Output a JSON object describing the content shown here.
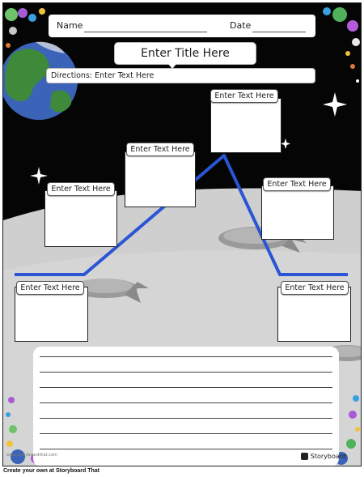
{
  "header": {
    "name_label": "Name",
    "date_label": "Date"
  },
  "title_placeholder": "Enter Title Here",
  "directions": "Directions: Enter Text Here",
  "plot_points": [
    {
      "label": "Enter Text Here"
    },
    {
      "label": "Enter Text Here"
    },
    {
      "label": "Enter Text Here"
    },
    {
      "label": "Enter Text Here"
    },
    {
      "label": "Enter Text Here"
    },
    {
      "label": "Enter Text Here"
    }
  ],
  "notes_line_count": 7,
  "footer": {
    "url": "www.storyboardthat.com",
    "logo": "Storyboard"
  },
  "caption": "Create your own at Storyboard That",
  "colors": {
    "plot_line": "#2a55d4",
    "space": "#050505",
    "moon_surface": "#cfcfcf",
    "earth_ocean": "#3b63b8",
    "earth_land": "#3f8a3a"
  },
  "icons": [
    "earth-planet",
    "sparkle-star",
    "moon-crater",
    "storyboard-logo-icon"
  ]
}
